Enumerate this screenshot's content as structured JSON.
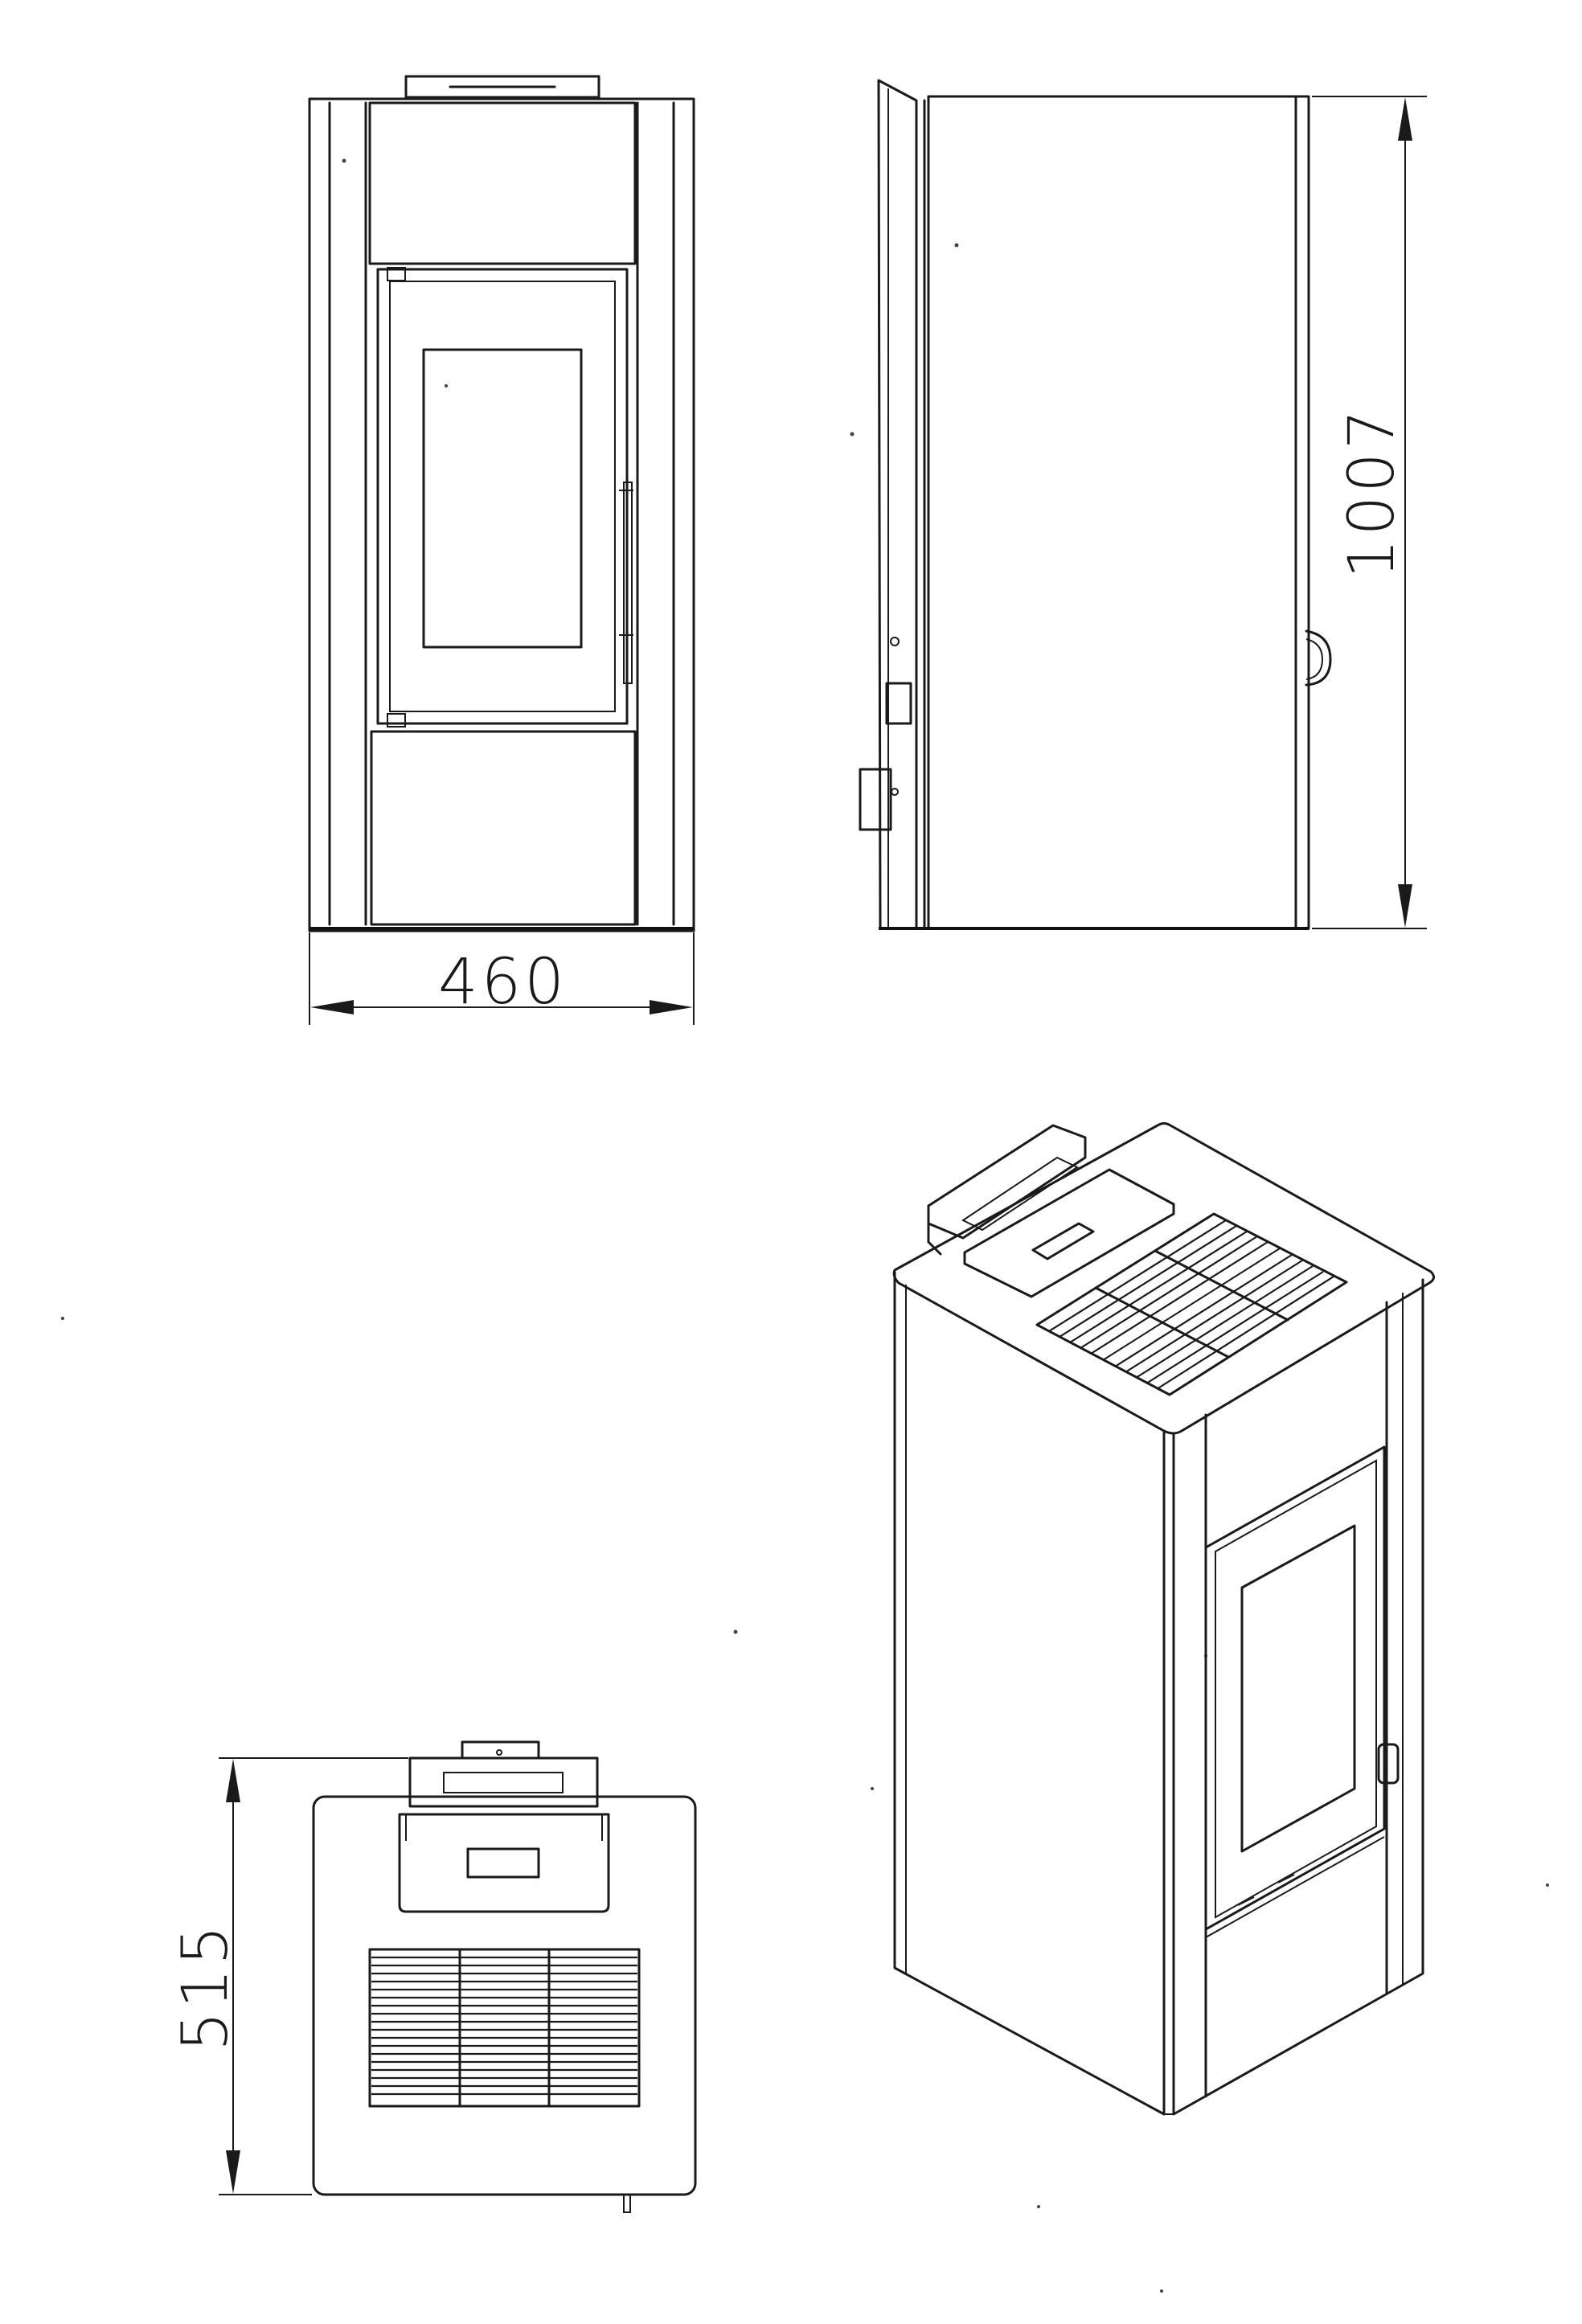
{
  "drawing": {
    "views": [
      "front-view",
      "side-view",
      "top-view",
      "isometric-view"
    ],
    "dimensions": {
      "width": "460",
      "height": "1007",
      "depth": "515"
    }
  }
}
